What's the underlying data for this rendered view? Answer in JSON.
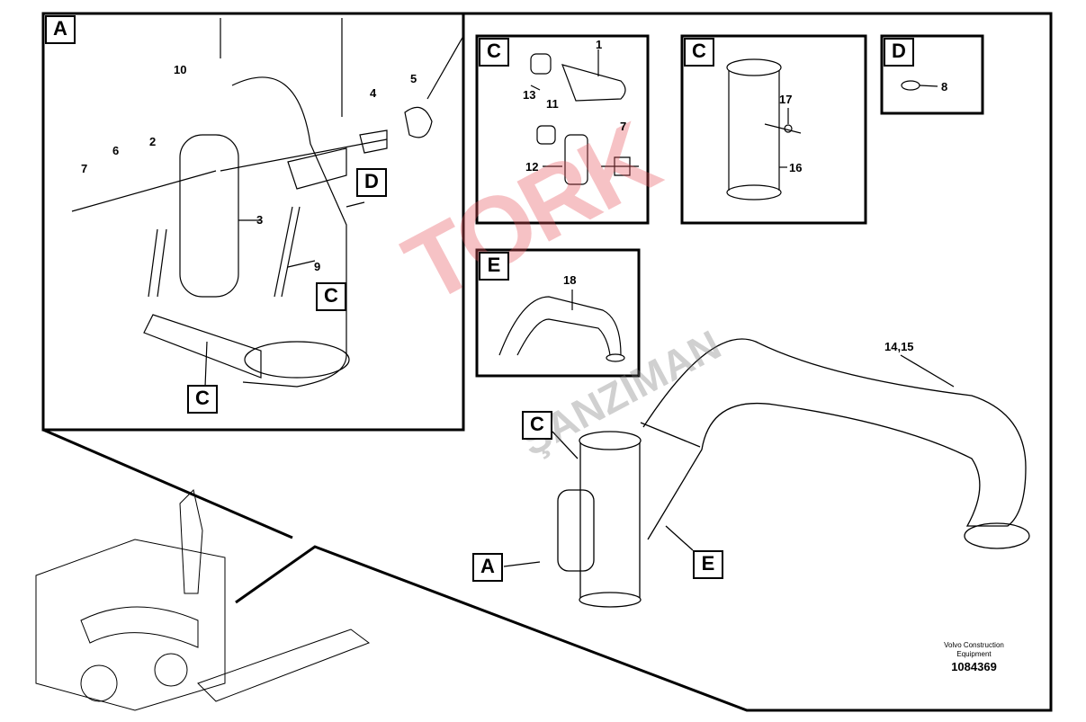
{
  "watermark": {
    "line1": "TORK",
    "line2": "ŞANZIMAN"
  },
  "views": {
    "A": {
      "tag": "A",
      "callouts": [
        "10",
        "4",
        "5",
        "6",
        "2",
        "7",
        "3",
        "9"
      ],
      "refs": [
        "D",
        "C",
        "C"
      ]
    },
    "C1": {
      "tag": "C",
      "callouts": [
        "1",
        "13",
        "11",
        "12",
        "7"
      ]
    },
    "C2": {
      "tag": "C",
      "callouts": [
        "17",
        "16"
      ]
    },
    "D": {
      "tag": "D",
      "callouts": [
        "8"
      ]
    },
    "E": {
      "tag": "E",
      "callouts": [
        "18"
      ]
    },
    "main": {
      "callouts": [
        "14,15"
      ],
      "refs": [
        "C",
        "A",
        "E"
      ]
    }
  },
  "footer": {
    "company": "Volvo Construction Equipment",
    "drawing_number": "1084369"
  }
}
